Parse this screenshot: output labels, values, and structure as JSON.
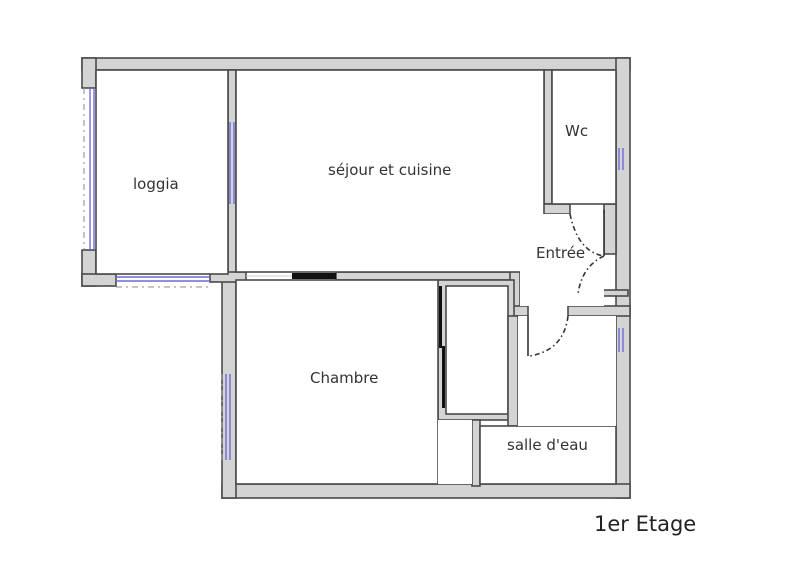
{
  "floor_plan": {
    "title": "1er Etage",
    "rooms": [
      {
        "id": "loggia",
        "label": "loggia"
      },
      {
        "id": "sejour",
        "label": "séjour et cuisine"
      },
      {
        "id": "wc",
        "label": "Wc"
      },
      {
        "id": "entree",
        "label": "Entrée"
      },
      {
        "id": "chambre",
        "label": "Chambre"
      },
      {
        "id": "salle_eau",
        "label": "salle d'eau"
      }
    ],
    "colors": {
      "wall_fill": "#d4d4d4",
      "wall_stroke": "#4a4a4a",
      "window": "#6b6bd6",
      "text": "#333333"
    }
  }
}
